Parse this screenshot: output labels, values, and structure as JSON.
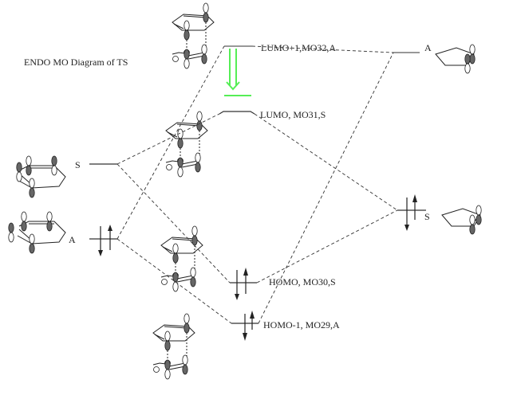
{
  "title": "ENDO MO Diagram of TS",
  "left_fragment": {
    "levels": [
      {
        "symmetry": "S",
        "occupied": false
      },
      {
        "symmetry": "A",
        "occupied": true
      }
    ]
  },
  "right_fragment": {
    "levels": [
      {
        "symmetry": "A",
        "occupied": false
      },
      {
        "symmetry": "S",
        "occupied": true
      }
    ]
  },
  "ts_levels": [
    {
      "label": "LUMO+1,MO32,A",
      "occupied": false
    },
    {
      "label": "LUMO, MO31,S",
      "occupied": false
    },
    {
      "label": "HOMO, MO30,S",
      "occupied": true
    },
    {
      "label": "HOMO-1, MO29,A",
      "occupied": true
    }
  ],
  "colors": {
    "transition_arrow": "#55ee55",
    "lines": "#333333"
  }
}
